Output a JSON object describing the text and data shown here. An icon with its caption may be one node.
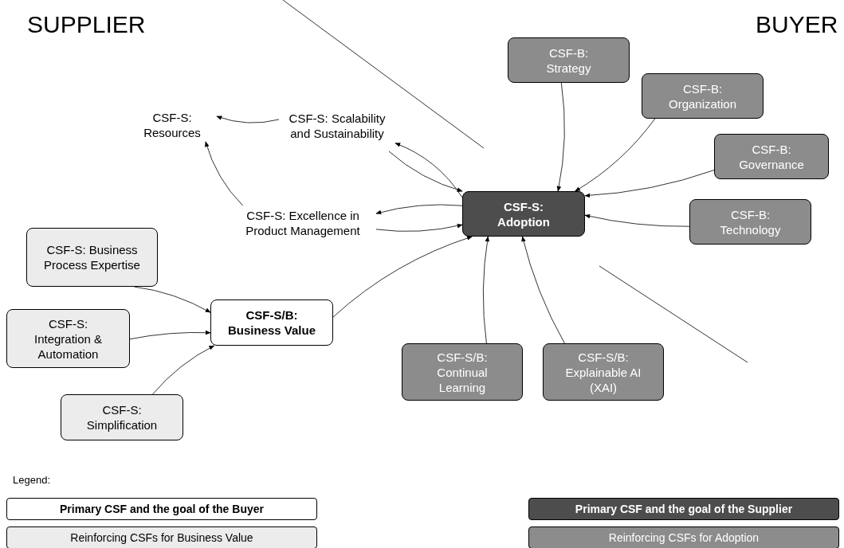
{
  "diagram": {
    "nodes": [
      {
        "text": [
          "CSF-S: Resources"
        ]
      },
      {
        "text": [
          "CSF-S: Scalability and Sustainability"
        ]
      },
      {
        "text": [
          "CSF-S: Excellence in Product Management"
        ]
      },
      {
        "text": [
          "CSF-S: Adoption"
        ]
      },
      {
        "text": [
          "CSF-B: Strategy"
        ]
      },
      {
        "text": [
          "CSF-B: Organization"
        ]
      },
      {
        "text": [
          "CSF-B: Governance"
        ]
      },
      {
        "text": [
          "CSF-B: Technology"
        ]
      },
      {
        "text": [
          "CSF-S: Business Process Expertise"
        ]
      },
      {
        "text": [
          "CSF-S/B: Business Value"
        ]
      },
      {
        "text": [
          "CSF-S: Integration & Automation"
        ]
      },
      {
        "text": [
          "CSF-S: Simplification"
        ]
      },
      {
        "text": [
          "CSF-S/B: Continual Learning"
        ]
      },
      {
        "text": [
          "CSF-S/B: Explainable AI (XAI)"
        ]
      }
    ],
    "edges": [
      {
        "from": 1,
        "to": 0,
        "arrow": "to"
      },
      {
        "from": 2,
        "to": 0,
        "arrow": "to"
      },
      {
        "from": 3,
        "to": 1,
        "arrow": "to"
      },
      {
        "from": 1,
        "to": 3,
        "arrow": "to"
      },
      {
        "from": 3,
        "to": 2,
        "arrow": "to"
      },
      {
        "from": 2,
        "to": 3,
        "arrow": "to"
      },
      {
        "from": 4,
        "to": 3,
        "arrow": "to"
      },
      {
        "from": 5,
        "to": 3,
        "arrow": "to"
      },
      {
        "from": 6,
        "to": 3,
        "arrow": "to"
      },
      {
        "from": 7,
        "to": 3,
        "arrow": "to"
      },
      {
        "from": 8,
        "to": 9,
        "arrow": "to"
      },
      {
        "from": 10,
        "to": 9,
        "arrow": "to"
      },
      {
        "from": 11,
        "to": 9,
        "arrow": "to"
      },
      {
        "from": 9,
        "to": 3,
        "arrow": "to"
      },
      {
        "from": 12,
        "to": 3,
        "arrow": "to"
      },
      {
        "from": 13,
        "to": 3,
        "arrow": "to"
      }
    ],
    "labels": [
      "SUPPLIER",
      "BUYER",
      "Legend:"
    ],
    "legend": [
      {
        "text": "Primary CSF and the goal of the Buyer",
        "color": "#ffffff"
      },
      {
        "text": "Primary CSF and the goal of the Supplier",
        "color": "#4d4d4d"
      },
      {
        "text": "Reinforcing CSFs for Business Value",
        "color": "#ececec"
      },
      {
        "text": "Reinforcing CSFs for Adoption",
        "color": "#8c8c8c"
      }
    ]
  }
}
